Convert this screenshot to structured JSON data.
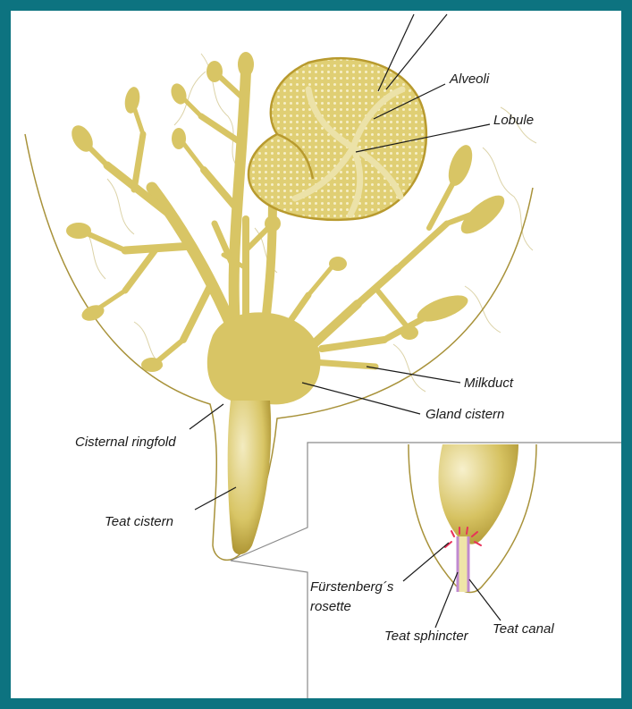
{
  "labels": {
    "alveoli": "Alveoli",
    "lobule": "Lobule",
    "milkduct": "Milkduct",
    "gland_cistern": "Gland cistern",
    "cisternal_ringfold": "Cisternal ringfold",
    "teat_cistern": "Teat cistern",
    "furstenberg_line1": "Fürstenberg´s",
    "furstenberg_line2": "rosette",
    "teat_sphincter": "Teat sphincter",
    "teat_canal": "Teat canal"
  },
  "colors": {
    "frame": "#0d7380",
    "tissue": "#d8c565",
    "tissue_light": "#ece2a8",
    "tissue_dark": "#b89a2e",
    "outline": "#a8923a",
    "capillary": "#dcd3a8",
    "sphincter": "#c08ad0",
    "rosette": "#e8325a"
  }
}
